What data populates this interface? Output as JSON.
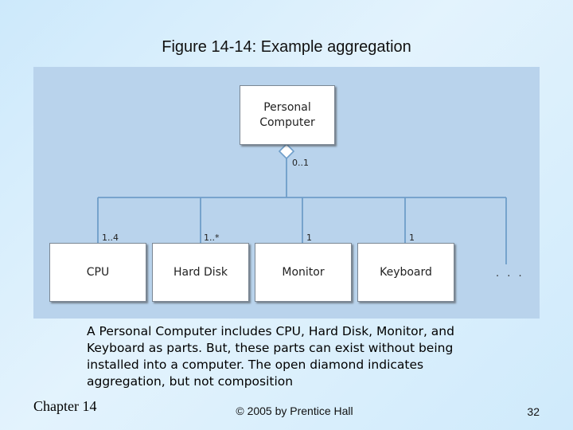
{
  "slide": {
    "title": "Figure 14-14: Example aggregation",
    "caption": "A Personal Computer includes CPU, Hard Disk, Monitor, and Keyboard as parts. But, these parts can exist without being installed into a computer. The open diamond indicates aggregation, but not composition",
    "footer": {
      "chapter": "Chapter 14",
      "copyright": "© 2005 by Prentice Hall",
      "page_number": "32"
    }
  },
  "diagram": {
    "whole": {
      "label_line1": "Personal",
      "label_line2": "Computer",
      "multiplicity": "0..1"
    },
    "parts": [
      {
        "label": "CPU",
        "multiplicity": "1..4"
      },
      {
        "label": "Hard Disk",
        "multiplicity": "1..*"
      },
      {
        "label": "Monitor",
        "multiplicity": "1"
      },
      {
        "label": "Keyboard",
        "multiplicity": "1"
      }
    ],
    "more_parts": ". . .",
    "colors": {
      "panel": "#b9d3ec",
      "connector": "#6f9ec9",
      "box_border": "#7b8794"
    }
  }
}
